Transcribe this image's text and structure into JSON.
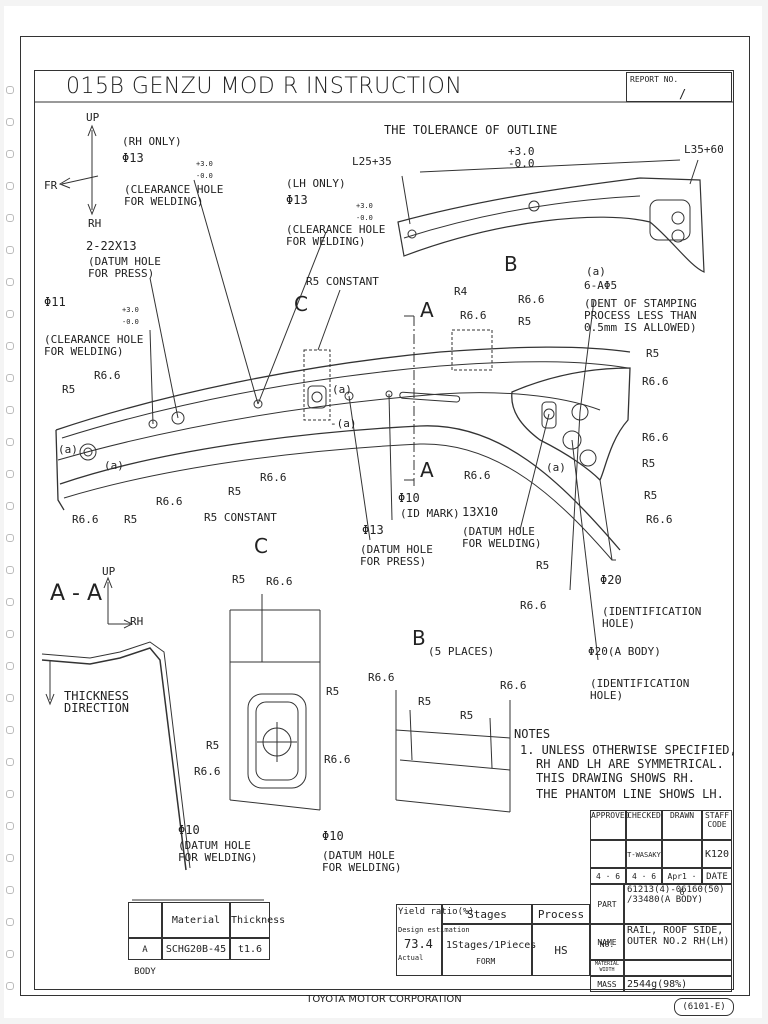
{
  "header": {
    "title": "015B GENZU MOD R INSTRUCTION",
    "report_label": "REPORT NO.",
    "report_value": "/"
  },
  "axes": {
    "up": "UP",
    "fr": "FR",
    "rh": "RH"
  },
  "callouts": {
    "rh_only": "(RH ONLY)",
    "phi13_a": "Φ13",
    "tol_a": "+3.0\n-0.0",
    "clearance_welding_a": "(CLEARANCE HOLE\nFOR WELDING)",
    "lh_only": "(LH ONLY)",
    "phi13_b": "Φ13",
    "clearance_welding_b": "(CLEARANCE HOLE\nFOR WELDING)",
    "datum_press_title": "2-22X13",
    "datum_press": "(DATUM HOLE\nFOR PRESS)",
    "phi11": "Φ11",
    "clearance_welding_c": "(CLEARANCE HOLE\nFOR WELDING)",
    "tolerance_outline": "THE TOLERANCE OF OUTLINE",
    "l25": "L25+35",
    "l35": "L35+60",
    "tol_outline": "+3.0\n-0.0",
    "r5_constant_top": "R5 CONSTANT",
    "label_c": "C",
    "label_a1": "A",
    "label_a2": "A",
    "label_b": "B",
    "r4": "R4",
    "r6_6_top": "R6.6",
    "r5_top": "R5",
    "r6_6_b": "R6.6",
    "dent_a": "(a)",
    "dent_holes": "6-AΦ5",
    "dent_note": "(DENT OF STAMPING\nPROCESS LESS THAN\n0.5mm IS ALLOWED)",
    "r5_1": "R5",
    "r6_6_1": "R6.6",
    "r6_6_2": "R6.6",
    "r5_2": "R5",
    "r5_3": "R5",
    "r6_6_3": "R6.6",
    "r5_left": "R5",
    "r6_6_left": "R6.6",
    "a_left": "(a)",
    "a_left2": "(a)",
    "r6_6_bl": "R6.6",
    "r5_bl": "R5",
    "r6_6_bl2": "R6.6",
    "r5_bl2": "R5",
    "r6_6_bl3": "R6.6",
    "r5_constant_bottom": "R5 CONSTANT",
    "a_mid": "(a)",
    "a_mid2": "-(a)",
    "phi10_id": "Φ10",
    "id_mark": "(ID MARK)",
    "r6_6_mid": "R6.6",
    "phi13_press": "Φ13",
    "datum_press_2": "(DATUM HOLE\nFOR PRESS)",
    "datum_13x10": "13X10",
    "datum_welding": "(DATUM HOLE\nFOR WELDING)",
    "a_right": "(a)",
    "r5_r": "R5",
    "phi20": "Φ20",
    "ident_hole_1": "(IDENTIFICATION\nHOLE)",
    "r6_6_r": "R6.6",
    "phi20_body": "Φ20(A BODY)",
    "ident_hole_2": "(IDENTIFICATION\nHOLE)"
  },
  "section_aa": {
    "title": "A - A",
    "up": "UP",
    "rh": "RH",
    "thickness": "THICKNESS\nDIRECTION"
  },
  "detail_c": {
    "title": "C",
    "r5_top": "R5",
    "r6_6_top": "R6.6",
    "r5_r": "R5",
    "r5_l": "R5",
    "r6_6_l": "R6.6",
    "r6_6_r": "R6.6",
    "phi10_a": "Φ10",
    "datum_a": "(DATUM HOLE\nFOR WELDING)",
    "phi10_b": "Φ10",
    "datum_b": "(DATUM HOLE\nFOR WELDING)"
  },
  "detail_b": {
    "title": "B",
    "places": "(5 PLACES)",
    "r6_6_a": "R6.6",
    "r6_6_b": "R6.6",
    "r5_a": "R5",
    "r5_b": "R5"
  },
  "notes": {
    "title": "NOTES",
    "line1": "1. UNLESS OTHERWISE SPECIFIED,",
    "line2": "RH AND LH ARE SYMMETRICAL.",
    "line3": "THIS DRAWING SHOWS RH.",
    "line4": "THE PHANTOM LINE SHOWS LH."
  },
  "material_table": {
    "h_material": "Material",
    "h_thickness": "Thickness",
    "row_label": "A BODY",
    "material": "SCHG20B-45",
    "thickness": "t1.6"
  },
  "stage_table": {
    "yield_label": "Yield ratio(%)",
    "design_est": "Design estimation",
    "yield_value": "73.4",
    "actual": "Actual",
    "h_stages": "Stages",
    "stages": "1Stages/1Pieces",
    "form": "FORM",
    "h_process": "Process",
    "process": "HS"
  },
  "title_block": {
    "approved": "APPROVED",
    "checked": "CHECKED",
    "drawn": "DRAWN",
    "staff_code": "STAFF\nCODE",
    "checked_name": "T-WASAKY",
    "code": "K120",
    "date1": "4 · 6",
    "date2": "4 · 6",
    "date3": "Apr1 · 6",
    "date_label": "DATE",
    "part_no_label": "PART NO.",
    "part_no": "61213(4)-06160(50)\n/33480(A BODY)",
    "name_label": "NAME",
    "name": "RAIL, ROOF SIDE,\nOUTER NO.2 RH(LH)",
    "material_label": "MATERIAL\nWIDTH",
    "mass_label": "MASS",
    "mass": "2544g(98%)"
  },
  "footer": {
    "company": "TOYOTA MOTOR CORPORATION",
    "form_code": "(6101-E)"
  }
}
